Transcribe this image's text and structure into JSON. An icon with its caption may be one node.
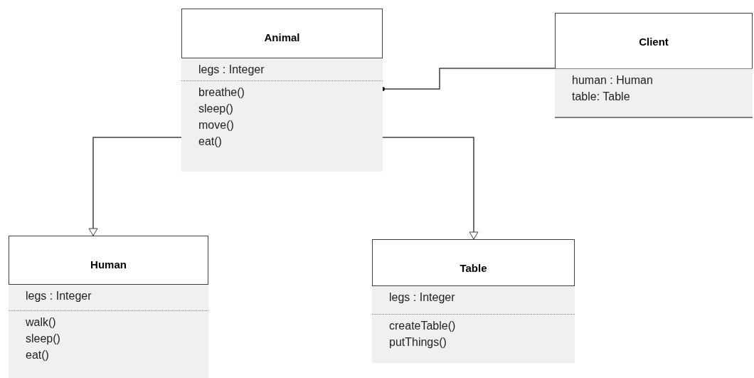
{
  "diagram": {
    "nodes": [
      {
        "text": [
          "Animal"
        ]
      },
      {
        "text": [
          "legs : Integer"
        ],
        "in": 0
      },
      {
        "text": [
          "breathe()",
          "sleep()",
          "move()",
          "eat()"
        ],
        "in": 0
      },
      {
        "text": [
          "Client"
        ]
      },
      {
        "text": [
          "human : Human",
          "table: Table"
        ],
        "in": 3
      },
      {
        "text": [
          "Human"
        ]
      },
      {
        "text": [
          "legs : Integer"
        ],
        "in": 5
      },
      {
        "text": [
          "walk()",
          "sleep()",
          "eat()"
        ],
        "in": 5
      },
      {
        "text": [
          "Table"
        ]
      },
      {
        "text": [
          "legs : Integer"
        ],
        "in": 8
      },
      {
        "text": [
          "createTable()",
          "putThings()"
        ],
        "in": 8
      }
    ],
    "edges": [
      {
        "from": 0,
        "to": 5,
        "arrow": "to"
      },
      {
        "from": 0,
        "to": 8,
        "arrow": "to"
      },
      {
        "from": 3,
        "to": 0,
        "arrow": "other"
      }
    ]
  }
}
